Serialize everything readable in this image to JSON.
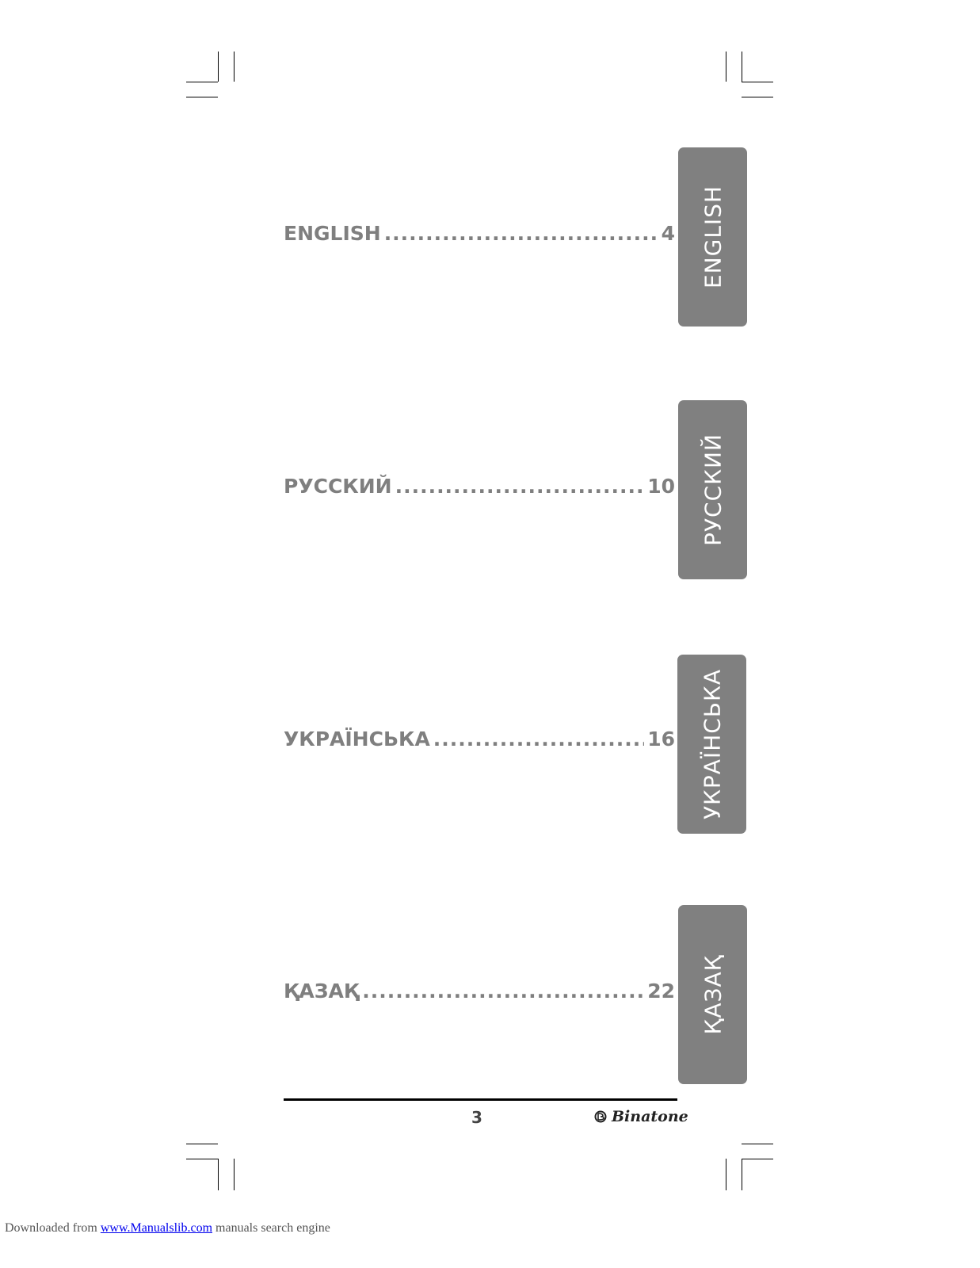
{
  "toc": [
    {
      "label": "ENGLISH",
      "page": "4"
    },
    {
      "label": "РУССКИЙ",
      "page": "10"
    },
    {
      "label": "УКРАЇНСЬКА",
      "page": "16"
    },
    {
      "label": "ҚАЗАҚ",
      "page": "22"
    }
  ],
  "tabs": [
    {
      "label": "ENGLISH"
    },
    {
      "label": "РУССКИЙ"
    },
    {
      "label": "УКРАЇНСЬКА"
    },
    {
      "label": "ҚАЗАҚ"
    }
  ],
  "footer_page_number": "3",
  "brand": {
    "name": "Binatone"
  },
  "download_footer": {
    "prefix": "Downloaded from ",
    "link": "www.Manualslib.com",
    "suffix": " manuals search engine"
  },
  "colors": {
    "toc_text": "#7f7f7f",
    "tab_background": "#808080",
    "tab_text": "#ffffff"
  }
}
